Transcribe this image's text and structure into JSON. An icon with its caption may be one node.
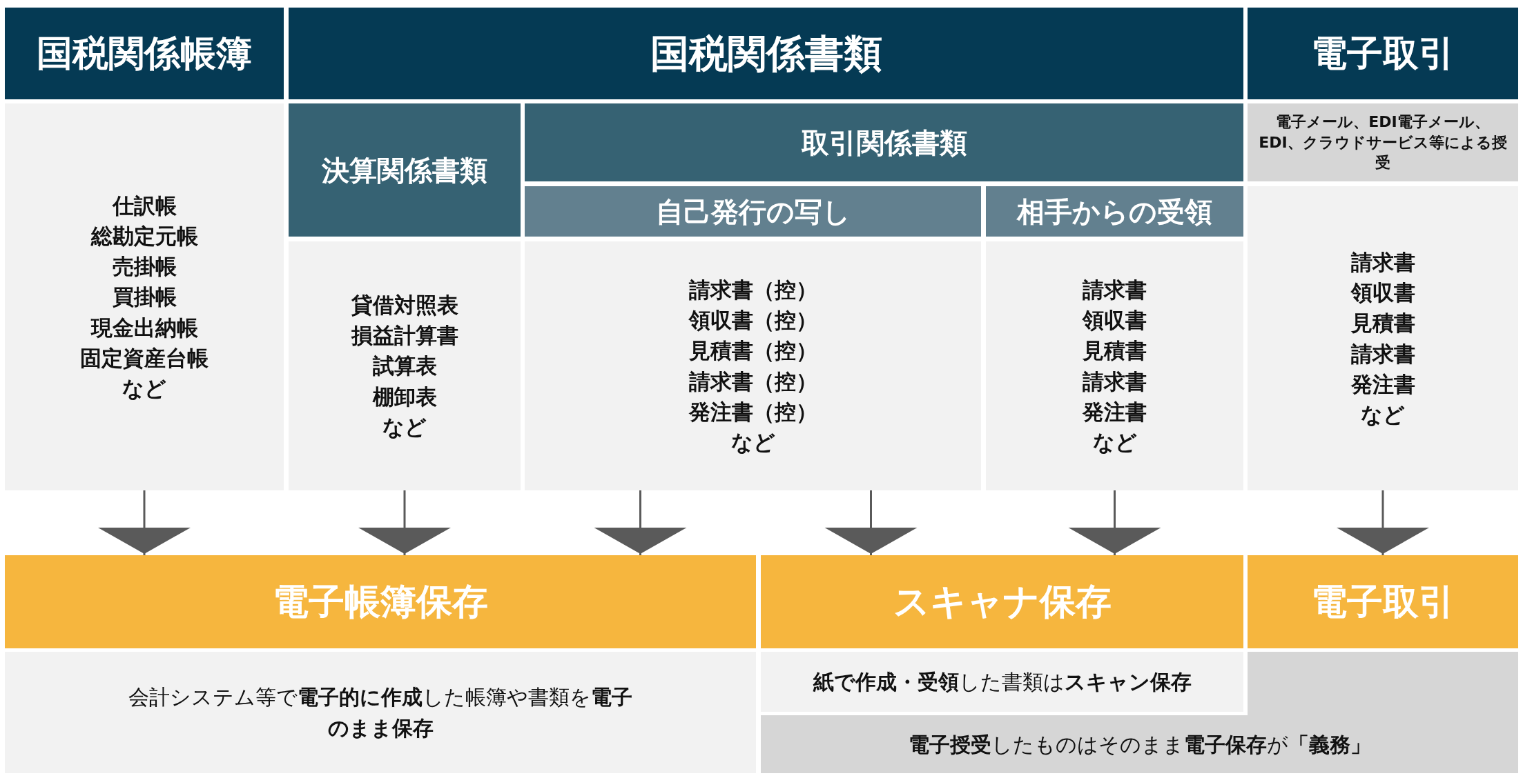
{
  "diagram": {
    "nodes": [
      {
        "text": [
          "国税関係帳簿"
        ]
      },
      {
        "text": [
          "国税関係書類"
        ]
      },
      {
        "text": [
          "電子取引"
        ]
      },
      {
        "text": [
          "仕訳帳",
          "総勘定元帳",
          "売掛帳",
          "買掛帳",
          "現金出納帳",
          "固定資産台帳",
          "など"
        ]
      },
      {
        "text": [
          "決算関係書類"
        ]
      },
      {
        "text": [
          "取引関係書類"
        ]
      },
      {
        "text": [
          "電子メール、EDI電子メール、EDI、クラウドサービス等による授受"
        ]
      },
      {
        "text": [
          "自己発行の写し"
        ]
      },
      {
        "text": [
          "相手からの受領"
        ]
      },
      {
        "text": [
          "貸借対照表",
          "損益計算書",
          "試算表",
          "棚卸表",
          "など"
        ]
      },
      {
        "text": [
          "請求書（控）",
          "領収書（控）",
          "見積書（控）",
          "請求書（控）",
          "発注書（控）",
          "など"
        ]
      },
      {
        "text": [
          "請求書",
          "領収書",
          "見積書",
          "請求書",
          "発注書",
          "など"
        ]
      },
      {
        "text": [
          "請求書",
          "領収書",
          "見積書",
          "請求書",
          "発注書",
          "など"
        ]
      },
      {
        "text": [
          "電子帳簿保存"
        ]
      },
      {
        "text": [
          "スキャナ保存"
        ]
      },
      {
        "text": [
          "電子取引"
        ]
      },
      {
        "text": [
          "会計システム等で**電子的に作成**した帳簿や書類を**電子のまま保存**"
        ]
      },
      {
        "text": [
          "**紙で作成・受領**した書類は**スキャン保存**"
        ]
      },
      {
        "text": [
          "**電子授受**したものはそのまま**電子保存**が**「義務」**"
        ]
      }
    ],
    "edges": [
      {
        "from": 3,
        "to": 13,
        "arrow": "to"
      },
      {
        "from": 9,
        "to": 13,
        "arrow": "to"
      },
      {
        "from": 10,
        "to": 13,
        "arrow": "to"
      },
      {
        "from": 10,
        "to": 14,
        "arrow": "to"
      },
      {
        "from": 11,
        "to": 14,
        "arrow": "to"
      },
      {
        "from": 12,
        "to": 15,
        "arrow": "to"
      }
    ]
  }
}
